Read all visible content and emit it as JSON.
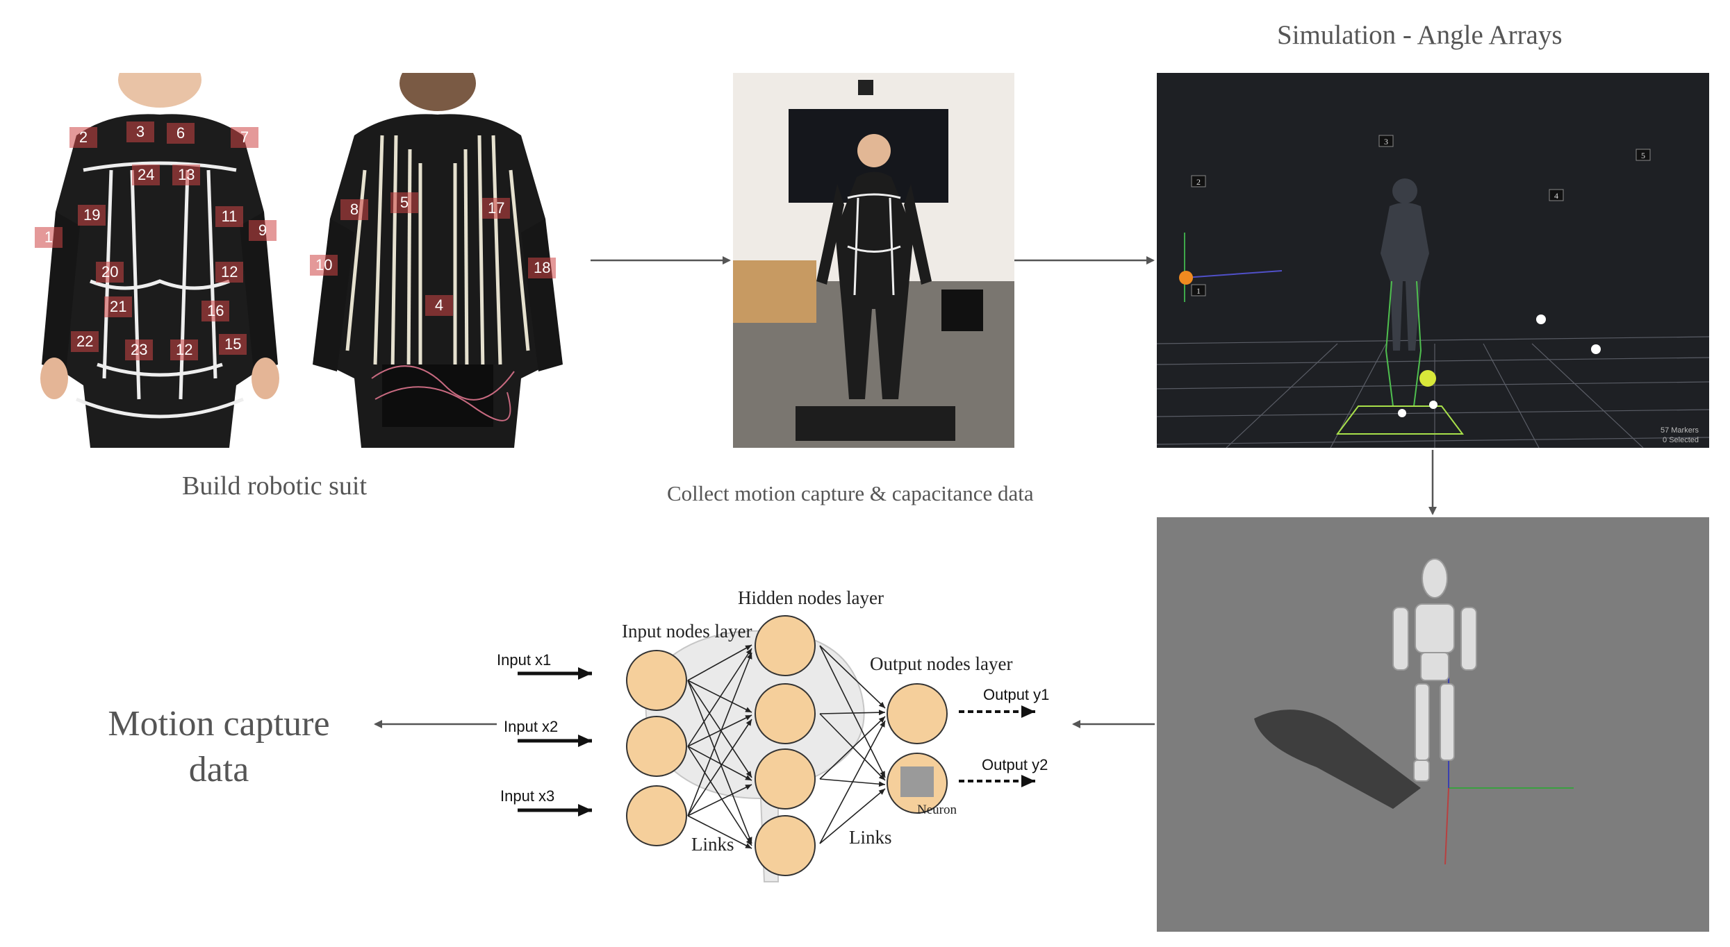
{
  "suit": {
    "caption": "Build robotic suit",
    "front_tags": [
      "2",
      "3",
      "6",
      "7",
      "24",
      "13",
      "19",
      "11",
      "9",
      "1",
      "20",
      "12",
      "21",
      "16",
      "22",
      "23",
      "12",
      "15"
    ],
    "back_tags": [
      "8",
      "5",
      "17",
      "10",
      "4",
      "18"
    ]
  },
  "capture": {
    "caption": "Collect motion capture & capacitance data"
  },
  "simulation": {
    "title": "Simulation - Angle Arrays",
    "marker_labels": [
      "2",
      "3",
      "4",
      "5",
      "1"
    ],
    "status": [
      "57 Markers",
      "0 Selected"
    ]
  },
  "output": {
    "label_line1": "Motion capture",
    "label_line2": "data"
  },
  "network": {
    "input_layer": "Input nodes layer",
    "hidden_layer": "Hidden nodes layer",
    "output_layer": "Output nodes layer",
    "inputs": [
      "Input x1",
      "Input x2",
      "Input x3"
    ],
    "outputs": [
      "Output y1",
      "Output y2"
    ],
    "links_left": "Links",
    "links_right": "Links",
    "neuron": "Neuron"
  },
  "colors": {
    "node_fill": "#f5cf9b",
    "arrow": "#555555",
    "sim_bg": "#1e2024",
    "robot_bg": "#7d7d7d"
  }
}
